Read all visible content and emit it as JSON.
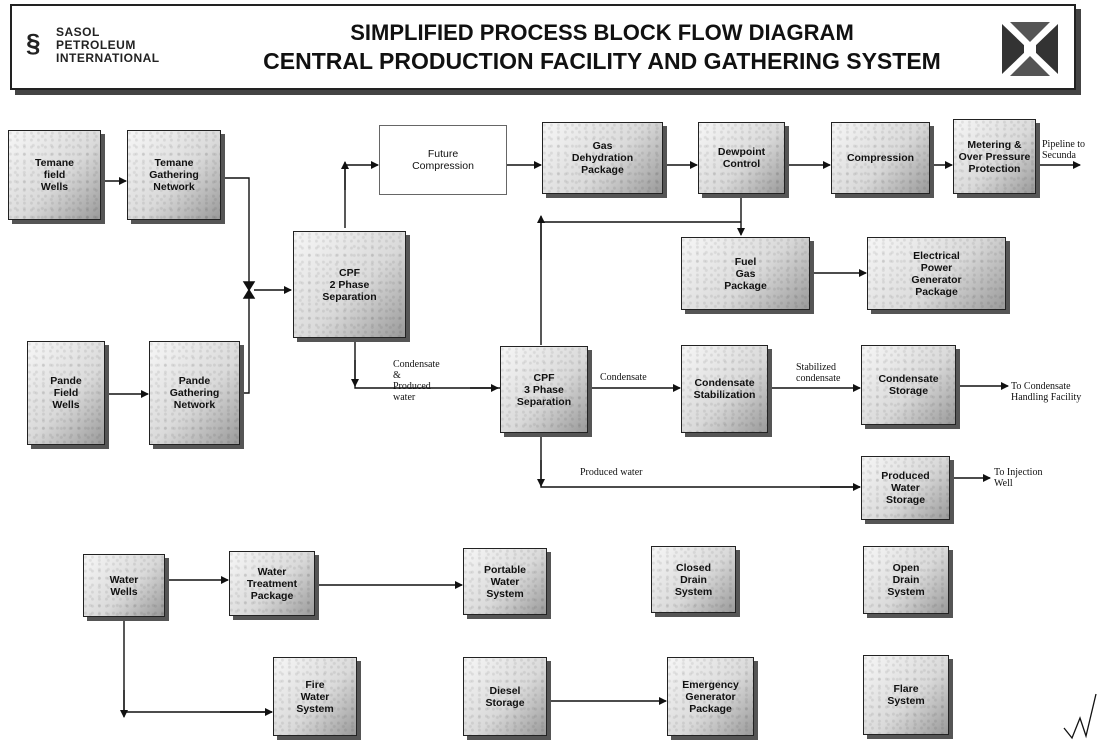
{
  "header": {
    "logo_mark": "§",
    "logo_text": "SASOL\nPETROLEUM\nINTERNATIONAL",
    "title_line1": "SIMPLIFIED PROCESS BLOCK FLOW DIAGRAM",
    "title_line2": "CENTRAL PRODUCTION FACILITY AND GATHERING SYSTEM"
  },
  "blocks": {
    "temane_wells": "Temane\nfield\nWells",
    "temane_gathering": "Temane\nGathering\nNetwork",
    "pande_wells": "Pande\nField\nWells",
    "pande_gathering": "Pande\nGathering\nNetwork",
    "cpf_2phase": "CPF\n2 Phase\nSeparation",
    "future_compression": "Future\nCompression",
    "gas_dehydration": "Gas\nDehydration\nPackage",
    "dewpoint_control": "Dewpoint\nControl",
    "compression": "Compression",
    "metering": "Metering &\nOver Pressure\nProtection",
    "fuel_gas": "Fuel\nGas\nPackage",
    "electrical_power": "Electrical\nPower\nGenerator\nPackage",
    "cpf_3phase": "CPF\n3 Phase\nSeparation",
    "condensate_stabilization": "Condensate\nStabilization",
    "condensate_storage": "Condensate\nStorage",
    "produced_water_storage": "Produced\nWater\nStorage",
    "water_wells": "Water\nWells",
    "water_treatment": "Water\nTreatment\nPackage",
    "portable_water": "Portable\nWater\nSystem",
    "closed_drain": "Closed\nDrain\nSystem",
    "open_drain": "Open\nDrain\nSystem",
    "fire_water": "Fire\nWater\nSystem",
    "diesel_storage": "Diesel\nStorage",
    "emergency_generator": "Emergency\nGenerator\nPackage",
    "flare_system": "Flare\nSystem"
  },
  "labels": {
    "pipeline": "Pipeline to\nSecunda",
    "condensate_produced": "Condensate\n&\nProduced\nwater",
    "condensate": "Condensate",
    "stabilized": "Stabilized\ncondensate",
    "to_condensate": "To Condensate\nHandling Facility",
    "produced_water": "Produced water",
    "to_injection": "To Injection\nWell"
  }
}
